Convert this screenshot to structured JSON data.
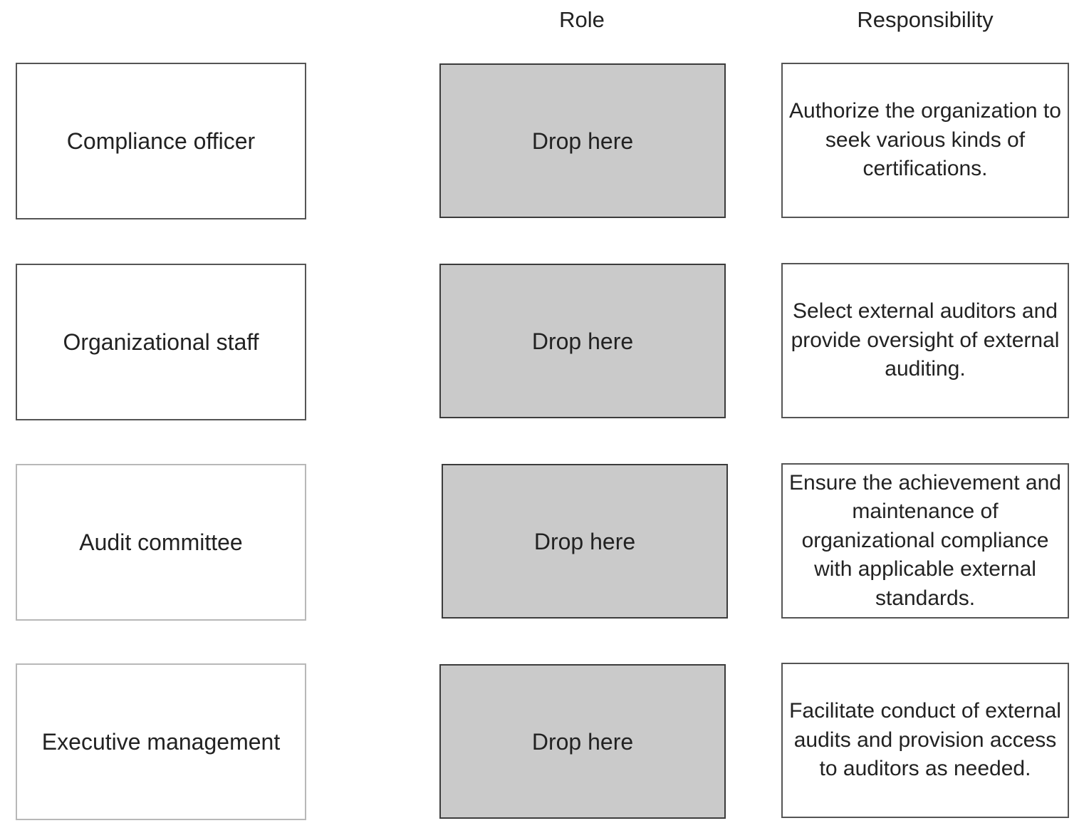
{
  "headers": {
    "role": "Role",
    "responsibility": "Responsibility"
  },
  "options": [
    {
      "label": "Compliance officer"
    },
    {
      "label": "Organizational staff"
    },
    {
      "label": "Audit committee"
    },
    {
      "label": "Executive management"
    }
  ],
  "drop_targets": [
    {
      "label": "Drop here"
    },
    {
      "label": "Drop here"
    },
    {
      "label": "Drop here"
    },
    {
      "label": "Drop here"
    }
  ],
  "responsibilities": [
    {
      "text": "Authorize the organization to seek various kinds of certifications."
    },
    {
      "text": "Select external auditors and provide oversight of external auditing."
    },
    {
      "text": "Ensure the achievement and maintenance of organizational compliance with applicable external standards."
    },
    {
      "text": "Facilitate conduct of external audits and provision access to auditors as needed."
    }
  ],
  "colors": {
    "drop_fill": "#cacaca",
    "border": "#555555",
    "text": "#222222"
  }
}
